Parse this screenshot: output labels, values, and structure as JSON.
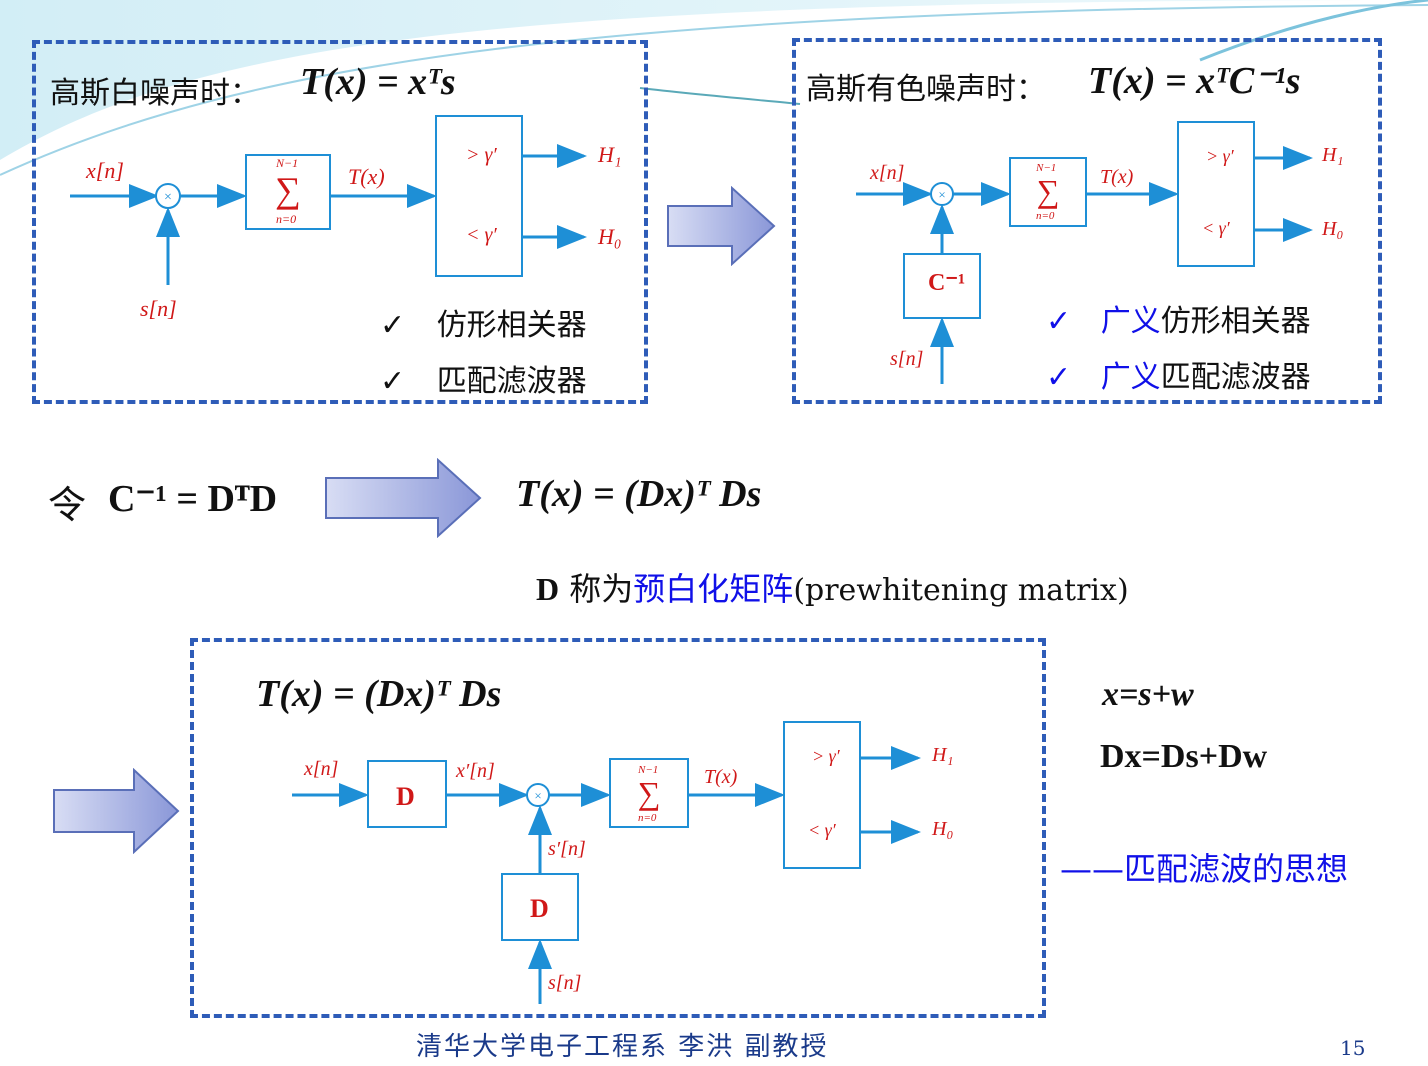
{
  "panel_white": {
    "title": "高斯白噪声时：",
    "formula": "T(x) = xᵀs",
    "input_label": "x[n]",
    "ref_label": "s[n]",
    "sum_top": "N−1",
    "sum_bottom": "n=0",
    "output_label": "T(x)",
    "gt_label": "> γ′",
    "lt_label": "< γ′",
    "h1": "H₁",
    "h0": "H₀",
    "checkmark": "✓",
    "feature1": "仿形相关器",
    "feature2": "匹配滤波器"
  },
  "panel_colored": {
    "title": "高斯有色噪声时：",
    "formula": "T(x) = xᵀC⁻¹s",
    "input_label": "x[n]",
    "ref_label": "s[n]",
    "cinv_block": "C⁻¹",
    "sum_top": "N−1",
    "sum_bottom": "n=0",
    "output_label": "T(x)",
    "gt_label": "> γ′",
    "lt_label": "< γ′",
    "h1": "H₁",
    "h0": "H₀",
    "checkmark": "✓",
    "feature1_prefix": "广义",
    "feature1_suffix": "仿形相关器",
    "feature2_prefix": "广义",
    "feature2_suffix": "匹配滤波器"
  },
  "middle": {
    "let_char": "令",
    "decomposition": "C⁻¹ = DᵀD",
    "result": "T(x) = (Dx)ᵀ Ds",
    "d_symbol": "D",
    "called": " 称为",
    "prewhitening_cn": "预白化矩阵",
    "prewhitening_en": "(prewhitening matrix)"
  },
  "panel_bottom": {
    "formula": "T(x) = (Dx)ᵀ Ds",
    "input_label": "x[n]",
    "d_block": "D",
    "x_prime_label": "x′[n]",
    "s_prime_label": "s′[n]",
    "ref_label": "s[n]",
    "sum_top": "N−1",
    "sum_bottom": "n=0",
    "output_label": "T(x)",
    "gt_label": "> γ′",
    "lt_label": "< γ′",
    "h1": "H₁",
    "h0": "H₀"
  },
  "side_notes": {
    "eq1": "x=s+w",
    "eq2": "Dx=Ds+Dw",
    "idea": "——匹配滤波的思想"
  },
  "footer": {
    "credit": "清华大学电子工程系   李洪   副教授",
    "page_number": "15"
  },
  "colors": {
    "frame_blue": "#2e5cb8",
    "line_blue": "#1e8fd6",
    "label_red": "#d01818",
    "accent_blue": "#1010e8"
  }
}
